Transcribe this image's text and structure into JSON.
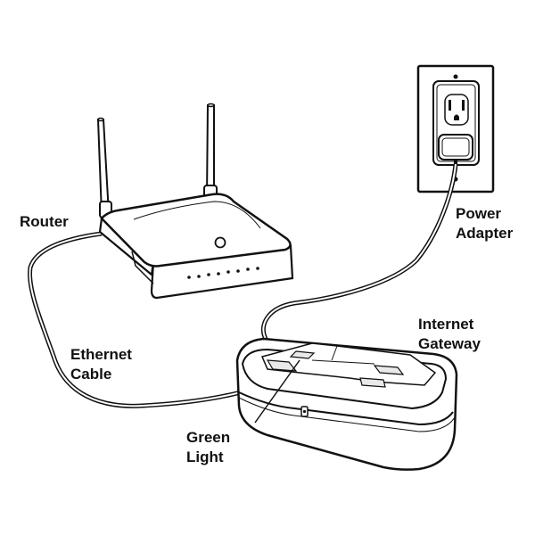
{
  "labels": {
    "router": "Router",
    "power_adapter": [
      "Power",
      "Adapter"
    ],
    "internet_gateway": [
      "Internet",
      "Gateway"
    ],
    "ethernet_cable": [
      "Ethernet",
      "Cable"
    ],
    "green_light": [
      "Green",
      "Light"
    ]
  },
  "colors": {
    "line": "#111111",
    "background": "#ffffff",
    "fill": "#ffffff",
    "shade": "#e9e9e9"
  }
}
